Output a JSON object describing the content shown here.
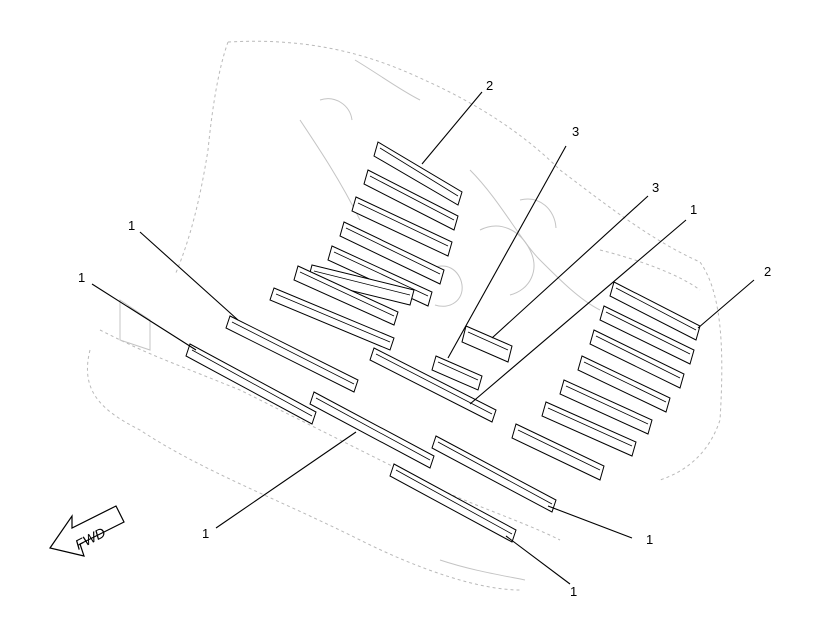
{
  "callouts": [
    {
      "id": "c-2-top",
      "label": "2"
    },
    {
      "id": "c-3-upper",
      "label": "3"
    },
    {
      "id": "c-3-lower",
      "label": "3"
    },
    {
      "id": "c-1-right-top",
      "label": "1"
    },
    {
      "id": "c-2-right",
      "label": "2"
    },
    {
      "id": "c-1-left-top",
      "label": "1"
    },
    {
      "id": "c-1-left",
      "label": "1"
    },
    {
      "id": "c-1-bottom-left",
      "label": "1"
    },
    {
      "id": "c-1-bottom-right",
      "label": "1"
    },
    {
      "id": "c-1-bottom",
      "label": "1"
    }
  ],
  "fwd_arrow": {
    "label": "FWD"
  }
}
